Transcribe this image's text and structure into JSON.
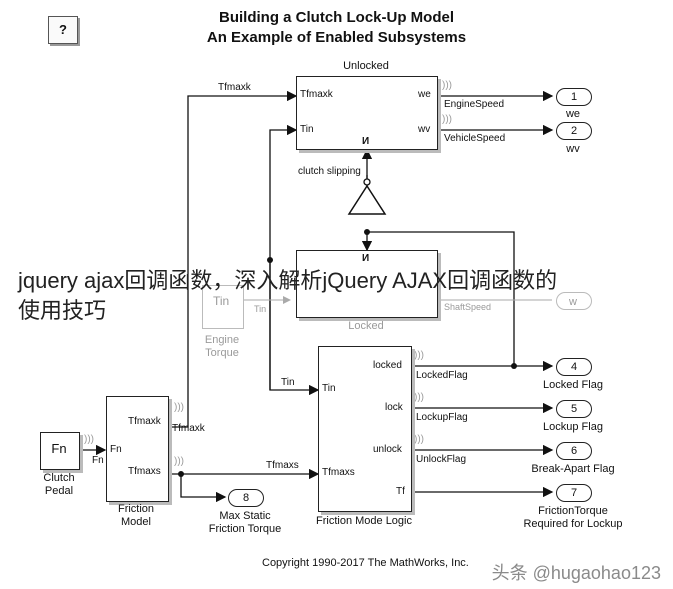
{
  "title": {
    "line1": "Building a Clutch Lock-Up Model",
    "line2": "An Example of Enabled Subsystems"
  },
  "help_button": "?",
  "unlocked": {
    "name": "Unlocked",
    "inputs": [
      "Tfmaxk",
      "Tin"
    ],
    "outputs": [
      "we",
      "wv"
    ],
    "enable_symbol": "И"
  },
  "locked": {
    "name": "Locked",
    "enable_symbol": "И"
  },
  "clutch_slipping": "clutch slipping",
  "engine_torque": {
    "value": "Tin",
    "label": "Engine\nTorque"
  },
  "fn_block": {
    "value": "Fn",
    "label": "Clutch\nPedal"
  },
  "friction_model": {
    "name": "Friction\nModel",
    "input": "Fn",
    "outputs": [
      "Tfmaxk",
      "Tfmaxs"
    ]
  },
  "friction_mode_logic": {
    "name": "Friction Mode Logic",
    "inputs": [
      "Tin",
      "Tfmaxs"
    ],
    "outputs": [
      "locked",
      "lock",
      "unlock",
      "Tf"
    ]
  },
  "signals": {
    "tfmaxk_top": "Tfmaxk",
    "tfmaxk_side": "Tfmaxk",
    "fn": "Fn",
    "tin": "Tin",
    "tin_faded": "Tin",
    "tfmaxs": "Tfmaxs",
    "engine_speed": "EngineSpeed",
    "vehicle_speed": "VehicleSpeed",
    "shaft_speed": "ShaftSpeed",
    "locked_flag": "LockedFlag",
    "lockup_flag": "LockupFlag",
    "unlock_flag": "UnlockFlag"
  },
  "outports": [
    {
      "num": "1",
      "label": "we"
    },
    {
      "num": "2",
      "label": "wv"
    },
    {
      "num": "4",
      "label": "Locked Flag"
    },
    {
      "num": "5",
      "label": "Lockup Flag"
    },
    {
      "num": "6",
      "label": "Break-Apart Flag"
    },
    {
      "num": "7",
      "label": "FrictionTorque\nRequired for Lockup"
    },
    {
      "num": "8",
      "label": "Max Static\nFriction Torque"
    }
  ],
  "faded_outport_label": "w",
  "copyright": "Copyright 1990-2017 The MathWorks, Inc.",
  "overlay_text": "jquery ajax回调函数，深入解析jQuery AJAX回调函数的\n使用技巧",
  "watermark": "头条 @hugaohao123"
}
